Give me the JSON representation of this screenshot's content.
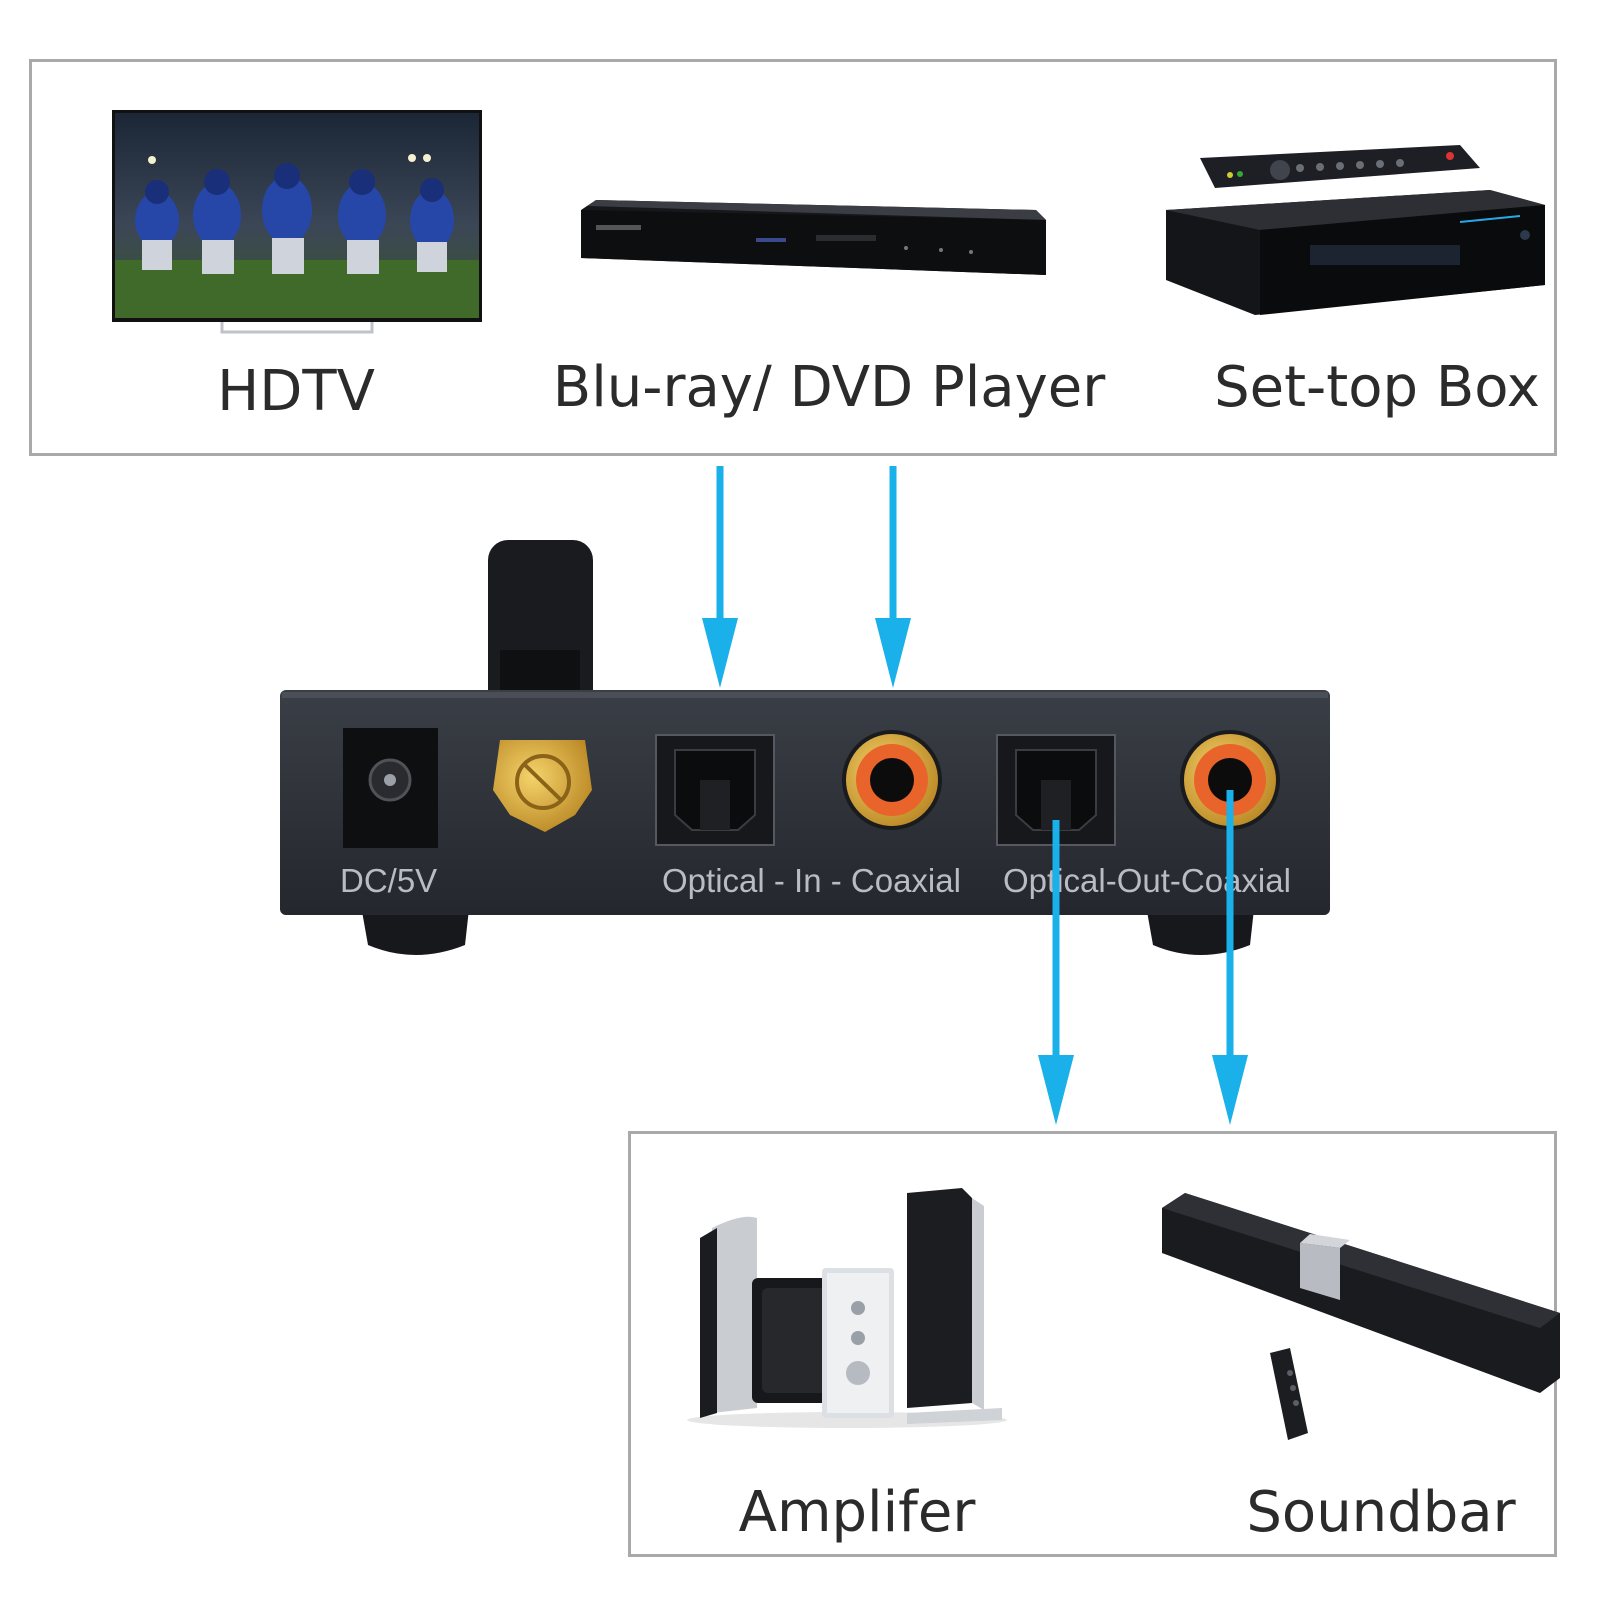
{
  "sources": {
    "hdtv": {
      "label": "HDTV",
      "icon": "tv-icon"
    },
    "bluray": {
      "label": "Blu-ray/ DVD Player",
      "icon": "bluray-player-icon"
    },
    "settop": {
      "label": "Set-top Box",
      "icon": "set-top-box-icon"
    }
  },
  "converter": {
    "ports": {
      "dc": "DC/5V",
      "in": "Optical - In - Coaxial",
      "out": "Optical-Out-Coaxial"
    }
  },
  "outputs": {
    "amplifier": {
      "label": "Amplifer",
      "icon": "speaker-system-icon"
    },
    "soundbar": {
      "label": "Soundbar",
      "icon": "soundbar-icon"
    }
  },
  "colors": {
    "arrow": "#1ab0ea",
    "panel_border": "#a9a9a9",
    "device_body": "#2a2d33",
    "rca_ring": "#e8642a",
    "gold": "#d9a93a"
  }
}
